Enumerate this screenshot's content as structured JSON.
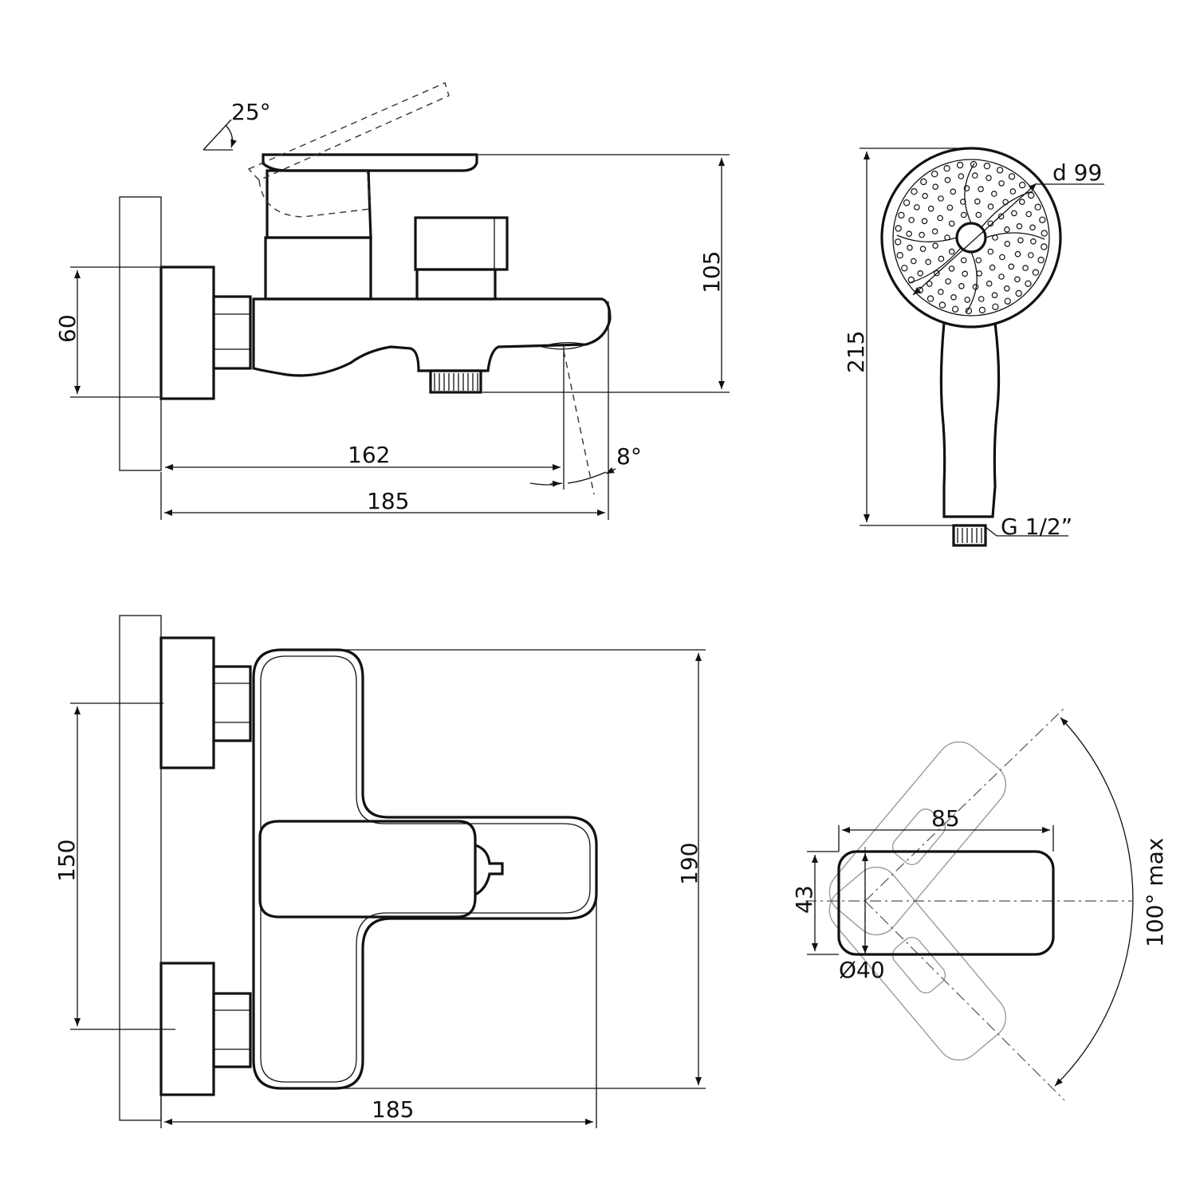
{
  "labels": {
    "lever_angle": "25°",
    "side_height": "105",
    "inlet_height": "60",
    "spout_reach": "162",
    "side_depth": "185",
    "spout_angle": "8°",
    "shower_diameter": "d 99",
    "shower_length": "215",
    "shower_thread": "G 1/2”",
    "centers": "150",
    "top_height": "190",
    "top_depth": "185",
    "handle_length": "85",
    "handle_width": "43",
    "handle_base": "Ø40",
    "rotation": "100° max"
  },
  "colors": {
    "line": "#111111",
    "wall_fill": "#ebe6df",
    "wall_speckle": "#8a8a8a",
    "ghost": "#9a9a9a",
    "background": "#ffffff"
  }
}
